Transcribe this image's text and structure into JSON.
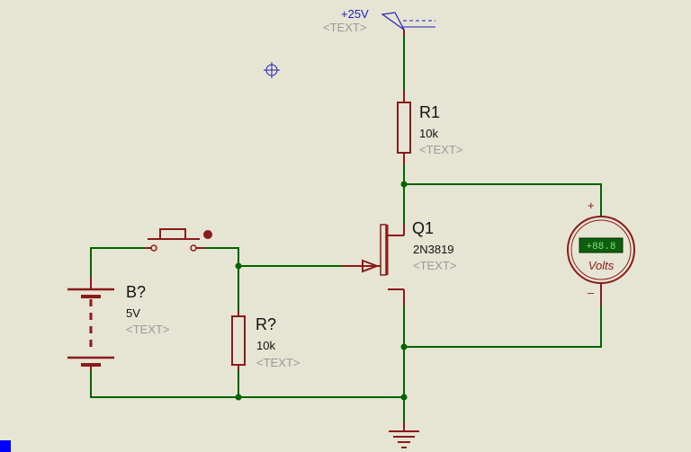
{
  "power": {
    "label": "+25V",
    "placeholder": "<TEXT>"
  },
  "r1": {
    "ref": "R1",
    "value": "10k",
    "placeholder": "<TEXT>"
  },
  "q1": {
    "ref": "Q1",
    "value": "2N3819",
    "placeholder": "<TEXT>"
  },
  "battery": {
    "ref": "B?",
    "value": "5V",
    "placeholder": "<TEXT>"
  },
  "r2": {
    "ref": "R?",
    "value": "10k",
    "placeholder": "<TEXT>"
  },
  "voltmeter": {
    "display": "+88.8",
    "unit": "Volts",
    "plus": "+",
    "minus": "–"
  },
  "colors": {
    "wire": "#006400",
    "component": "#8B1A1A",
    "background": "#E6E4D2",
    "power_label": "#2020C0"
  }
}
